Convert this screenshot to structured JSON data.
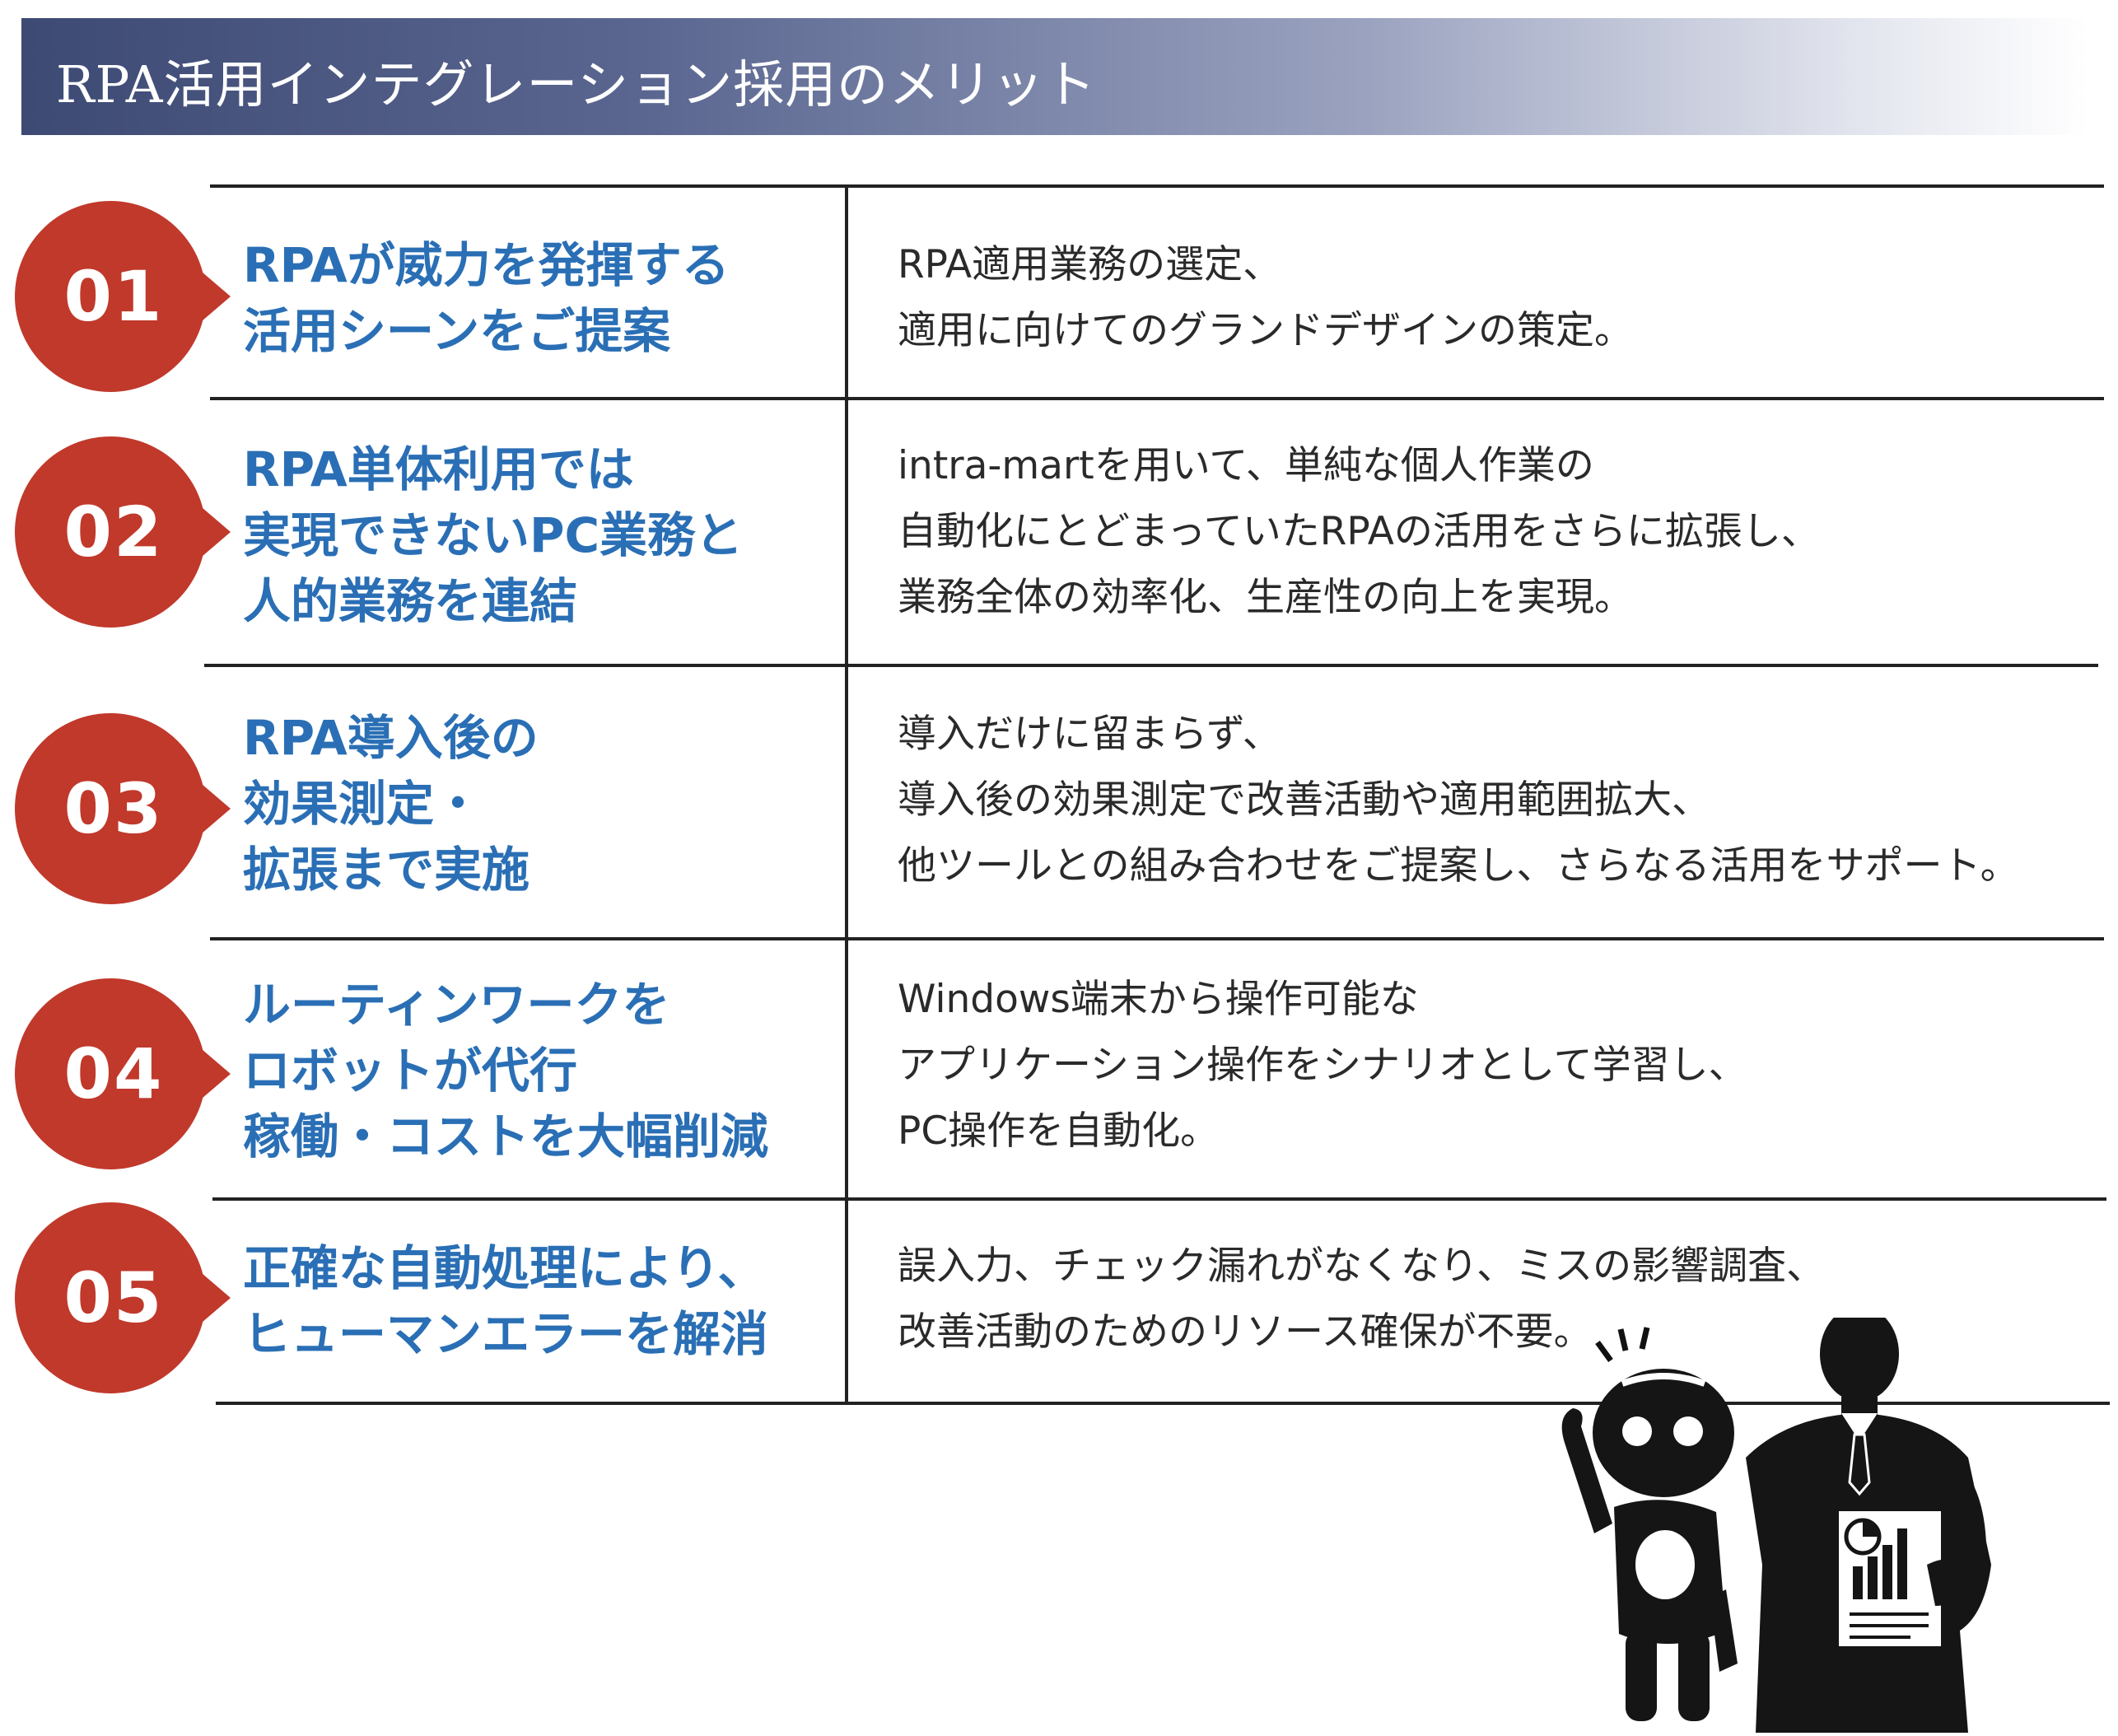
{
  "banner": {
    "title": "RPA活用インテグレーション採用のメリット"
  },
  "accent_color": "#c0392b",
  "heading_color": "#2a6fb5",
  "items": [
    {
      "number": "01",
      "heading": [
        "RPAが威力を発揮する",
        "活用シーンをご提案"
      ],
      "description": [
        "RPA適用業務の選定、",
        "適用に向けてのグランドデザインの策定。"
      ]
    },
    {
      "number": "02",
      "heading": [
        "RPA単体利用では",
        "実現できないPC業務と",
        "人的業務を連結"
      ],
      "description": [
        "intra-martを用いて、単純な個人作業の",
        "自動化にとどまっていたRPAの活用をさらに拡張し、",
        "業務全体の効率化、生産性の向上を実現。"
      ]
    },
    {
      "number": "03",
      "heading": [
        "RPA導入後の",
        "効果測定・",
        "拡張まで実施"
      ],
      "description": [
        "導入だけに留まらず、",
        "導入後の効果測定で改善活動や適用範囲拡大、",
        "他ツールとの組み合わせをご提案し、さらなる活用をサポート。"
      ]
    },
    {
      "number": "04",
      "heading": [
        "ルーティンワークを",
        "ロボットが代行",
        "稼働・コストを大幅削減"
      ],
      "description": [
        "Windows端末から操作可能な",
        "アプリケーション操作をシナリオとして学習し、",
        "PC操作を自動化。"
      ]
    },
    {
      "number": "05",
      "heading": [
        "正確な自動処理により、",
        "ヒューマンエラーを解消"
      ],
      "description": [
        "誤入力、チェック漏れがなくなり、ミスの影響調査、",
        "改善活動のためのリソース確保が不要。"
      ]
    }
  ],
  "illustration": {
    "icons": [
      "robot-icon",
      "businessman-icon",
      "chart-document-icon"
    ]
  }
}
